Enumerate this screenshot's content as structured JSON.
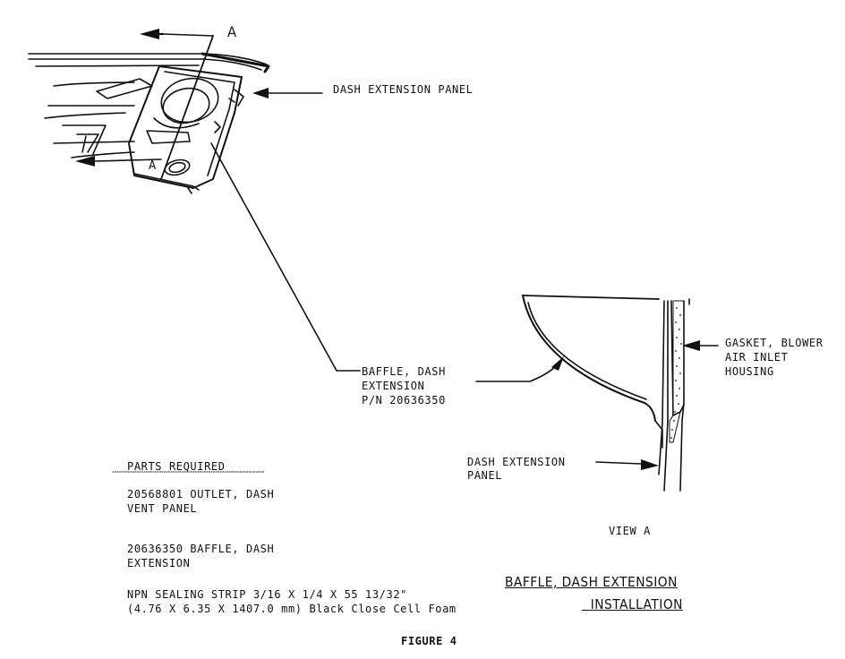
{
  "callout_a_top": "A",
  "callout_a_bottom": "A",
  "labels": {
    "dash_panel_top": "DASH EXTENSION PANEL",
    "baffle_line1": "BAFFLE, DASH",
    "baffle_line2": "EXTENSION",
    "baffle_line3": "P/N 20636350",
    "gasket_line1": "GASKET, BLOWER",
    "gasket_line2": "AIR INLET",
    "gasket_line3": "HOUSING",
    "dash_panel_view_line1": "DASH EXTENSION",
    "dash_panel_view_line2": "PANEL",
    "view_a": "VIEW A"
  },
  "parts": {
    "heading": "PARTS REQUIRED",
    "item1_line1": "20568801 OUTLET, DASH",
    "item1_line2": "VENT PANEL",
    "item2_line1": "20636350 BAFFLE, DASH",
    "item2_line2": "EXTENSION",
    "item3_line1": "NPN SEALING STRIP 3/16 X 1/4 X 55 13/32\"",
    "item3_line2": "(4.76 X 6.35 X 1407.0 mm) Black Close Cell Foam"
  },
  "title": {
    "line1": "BAFFLE, DASH EXTENSION",
    "line2": "INSTALLATION"
  },
  "figure_caption": "FIGURE 4"
}
